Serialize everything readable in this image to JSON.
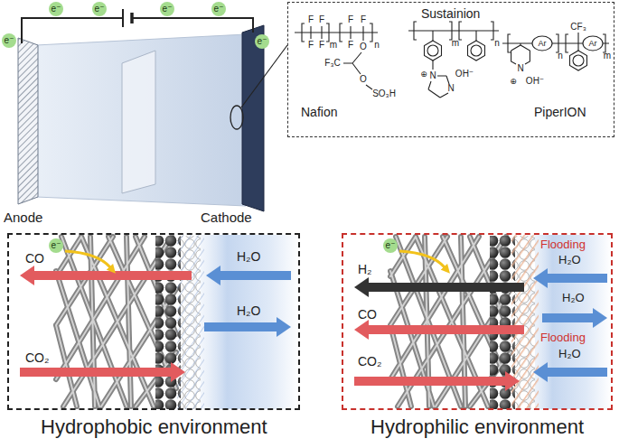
{
  "diagram": {
    "nodes": [
      {
        "text": [
          "Sustainion",
          "Nafion",
          "PiperION"
        ]
      },
      {
        "text": [
          "Hydrophobic environment"
        ]
      },
      {
        "text": [
          "Hydrophilic environment"
        ]
      }
    ],
    "labels": [
      "e⁻",
      "e⁻",
      "e⁻",
      "e⁻",
      "e⁻",
      "e⁻",
      "Anode",
      "Cathode",
      "F",
      "F",
      "F",
      "F",
      "F",
      "F",
      "F",
      "m",
      "n",
      "O",
      "F₃C",
      "O",
      "SO₃H",
      "m",
      "n",
      "N",
      "N",
      "⊕",
      "OH⁻",
      "N",
      "⊕",
      "OH⁻",
      "Ar",
      "n",
      "CF₃",
      "Ar",
      "m",
      "e⁻",
      "CO",
      "H₂O",
      "H₂O",
      "CO₂",
      "e⁻",
      "Flooding",
      "H₂O",
      "H₂",
      "H₂O",
      "CO",
      "Flooding",
      "H₂O",
      "CO₂"
    ]
  }
}
